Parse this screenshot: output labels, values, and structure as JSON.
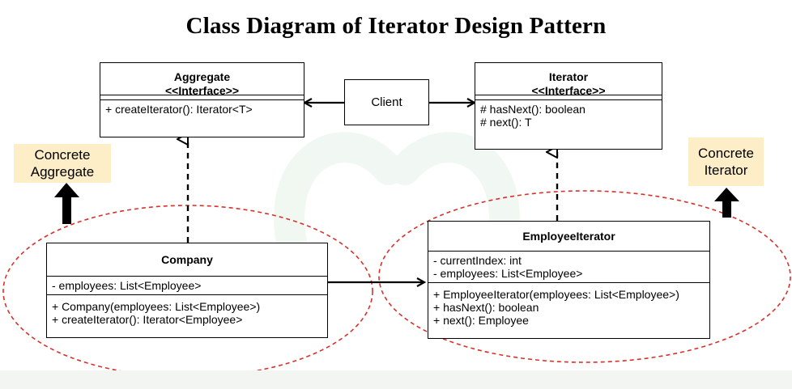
{
  "title": "Class Diagram of Iterator Design Pattern",
  "aggregate": {
    "name": "Aggregate",
    "stereotype": "<<Interface>>",
    "methods": [
      "+ createIterator(): Iterator<T>"
    ]
  },
  "iterator": {
    "name": "Iterator",
    "stereotype": "<<Interface>>",
    "methods": [
      "# hasNext(): boolean",
      "# next(): T"
    ]
  },
  "client": {
    "label": "Client"
  },
  "company": {
    "name": "Company",
    "attributes": [
      "- employees: List<Employee>"
    ],
    "methods": [
      "+ Company(employees: List<Employee>)",
      "+ createIterator(): Iterator<Employee>"
    ]
  },
  "employee_iterator": {
    "name": "EmployeeIterator",
    "attributes": [
      "- currentIndex: int",
      "- employees: List<Employee>"
    ],
    "methods": [
      "+ EmployeeIterator(employees: List<Employee>)",
      "+ hasNext(): boolean",
      "+ next(): Employee"
    ]
  },
  "labels": {
    "concrete_aggregate": [
      "Concrete",
      "Aggregate"
    ],
    "concrete_iterator": [
      "Concrete",
      "Iterator"
    ]
  },
  "colors": {
    "ellipse": "#d9302a",
    "label_bg": "#fdeec8",
    "watermark": "#e8f3ea"
  }
}
